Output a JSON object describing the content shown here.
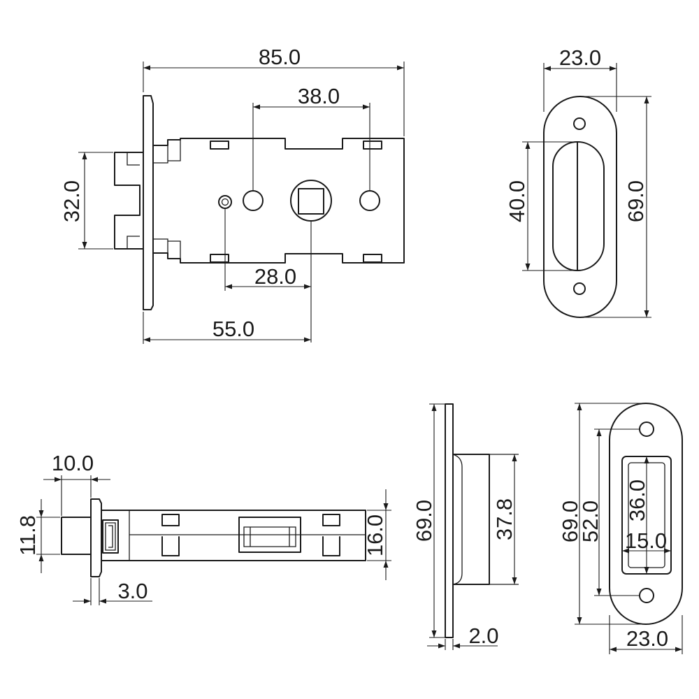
{
  "dimensions": {
    "front_overall_length": "85.0",
    "front_hole_spacing": "38.0",
    "front_faceplate_height": "32.0",
    "front_hole_to_spindle": "28.0",
    "front_backset": "55.0",
    "faceplate_width": "23.0",
    "faceplate_height": "69.0",
    "faceplate_latch_opening": "40.0",
    "side_latch_projection": "10.0",
    "side_latch_height": "11.8",
    "side_faceplate_thickness": "3.0",
    "side_body_thickness": "16.0",
    "striker_side_height": "69.0",
    "striker_box_depth": "37.8",
    "striker_plate_thickness": "2.0",
    "striker_height": "69.0",
    "striker_hole_spacing": "52.0",
    "striker_opening_height": "36.0",
    "striker_opening_width": "15.0",
    "striker_width": "23.0"
  }
}
